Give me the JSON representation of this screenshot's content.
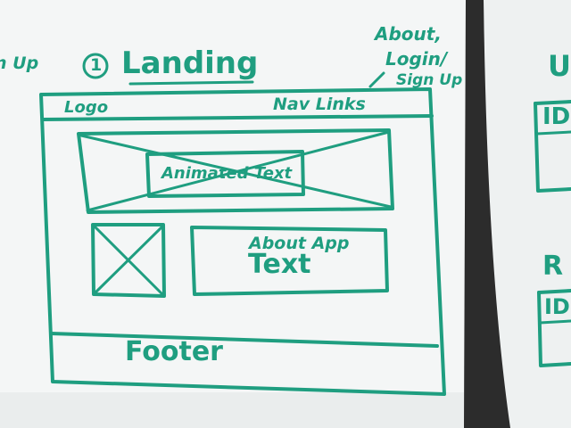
{
  "colors": {
    "ink": "#1f9e80",
    "board": "#f4f6f6",
    "board_shadow": "#d2d6d7",
    "divider": "#2c2c2c"
  },
  "sketch": {
    "step_number": "1",
    "title": "Landing",
    "side_note": {
      "line1": "About,",
      "line2": "Login/",
      "line3": "Sign Up"
    },
    "left_edge_fragment": "n Up",
    "header": {
      "logo": "Logo",
      "nav": "Nav Links"
    },
    "hero": {
      "text": "Animated Text"
    },
    "about": {
      "line1": "About App",
      "line2": "Text"
    },
    "footer": "Footer"
  },
  "next_board": {
    "fragment_top_right": "U",
    "fragment_id_1": "ID",
    "fragment_r": "R",
    "fragment_id_2": "ID"
  }
}
